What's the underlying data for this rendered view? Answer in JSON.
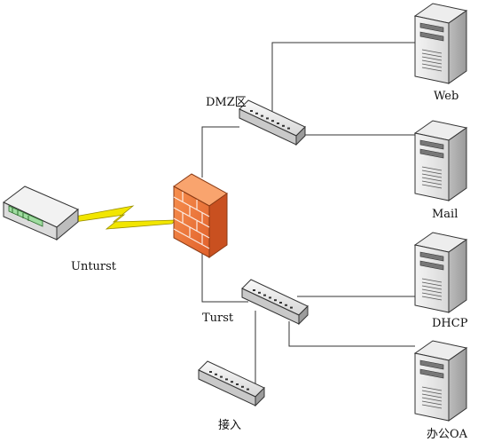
{
  "nodes": {
    "modem": {
      "label": "Unturst",
      "icon": "modem-icon"
    },
    "firewall": {
      "icon": "firewall-icon"
    },
    "dmz_switch": {
      "label": "DMZ区",
      "icon": "switch-icon"
    },
    "trust_switch": {
      "label": "Turst",
      "icon": "switch-icon"
    },
    "access_switch": {
      "label": "接入",
      "icon": "switch-icon"
    },
    "web_server": {
      "label": "Web",
      "icon": "server-icon"
    },
    "mail_server": {
      "label": "Mail",
      "icon": "server-icon"
    },
    "dhcp_server": {
      "label": "DHCP",
      "icon": "server-icon"
    },
    "oa_server": {
      "label": "办公OA",
      "icon": "server-icon"
    }
  },
  "colors": {
    "line": "#333333",
    "lightning": "#f2e600",
    "firewall_brick": "#f07a3a",
    "device_body": "#e6e6e6"
  }
}
